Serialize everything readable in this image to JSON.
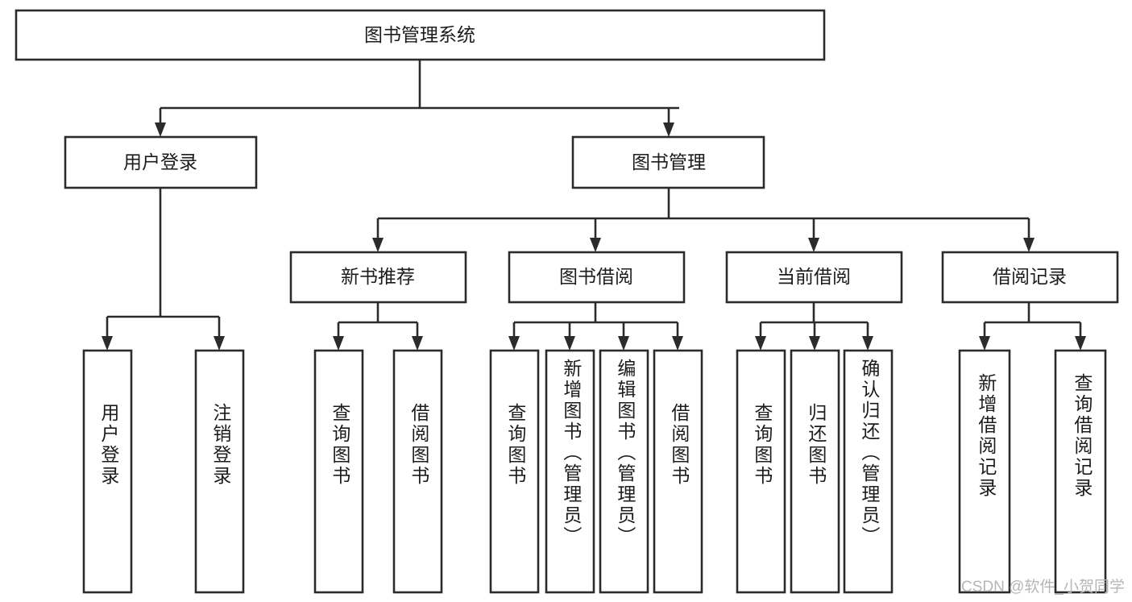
{
  "diagram": {
    "type": "tree-hierarchy",
    "title": "图书管理系统",
    "root": {
      "id": "root",
      "label": "图书管理系统",
      "level": 1
    },
    "level2": [
      {
        "id": "user-login",
        "label": "用户登录"
      },
      {
        "id": "book-management",
        "label": "图书管理"
      }
    ],
    "level3": [
      {
        "id": "new-book-recommend",
        "label": "新书推荐",
        "parent": "book-management"
      },
      {
        "id": "book-borrow",
        "label": "图书借阅",
        "parent": "book-management"
      },
      {
        "id": "current-borrow",
        "label": "当前借阅",
        "parent": "book-management"
      },
      {
        "id": "borrow-record",
        "label": "借阅记录",
        "parent": "book-management"
      }
    ],
    "leaves": {
      "user-login": [
        {
          "id": "leaf-user-login",
          "label": "用户登录"
        },
        {
          "id": "leaf-user-logout",
          "label": "注销登录"
        }
      ],
      "new-book-recommend": [
        {
          "id": "leaf-query-book-1",
          "label": "查询图书"
        },
        {
          "id": "leaf-borrow-book-1",
          "label": "借阅图书"
        }
      ],
      "book-borrow": [
        {
          "id": "leaf-query-book-2",
          "label": "查询图书"
        },
        {
          "id": "leaf-add-book",
          "label": "新增图书（管理员）"
        },
        {
          "id": "leaf-edit-book",
          "label": "编辑图书（管理员）"
        },
        {
          "id": "leaf-borrow-book-2",
          "label": "借阅图书"
        }
      ],
      "current-borrow": [
        {
          "id": "leaf-query-book-3",
          "label": "查询图书"
        },
        {
          "id": "leaf-return-book",
          "label": "归还图书"
        },
        {
          "id": "leaf-confirm-return",
          "label": "确认归还（管理员）"
        }
      ],
      "borrow-record": [
        {
          "id": "leaf-add-record",
          "label": "新增借阅记录"
        },
        {
          "id": "leaf-query-record",
          "label": "查询借阅记录"
        }
      ]
    }
  },
  "watermark": {
    "text": "CSDN @软件_小贺同学"
  },
  "colors": {
    "stroke": "#2b2b2b",
    "box_fill": "#ffffff",
    "text": "#1c1c1c",
    "watermark": "#b6b6b6",
    "background": "#ffffff"
  }
}
